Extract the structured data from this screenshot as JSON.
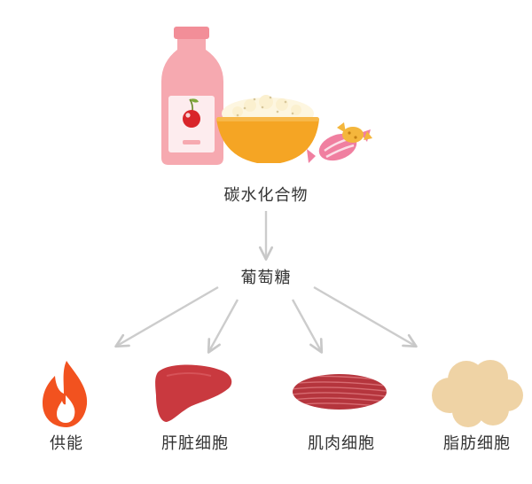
{
  "diagram": {
    "source": {
      "label": "碳水化合物"
    },
    "intermediate": {
      "label": "葡萄糖"
    },
    "outputs": [
      {
        "label": "供能",
        "icon": "fire-icon"
      },
      {
        "label": "肝脏细胞",
        "icon": "liver-icon"
      },
      {
        "label": "肌肉细胞",
        "icon": "muscle-icon"
      },
      {
        "label": "脂肪细胞",
        "icon": "fat-cell-icon"
      }
    ],
    "colors": {
      "bottle": "#f4a7ae",
      "bowl": "#f5a623",
      "rice": "#fbf3d9",
      "candy": "#f07fa0",
      "fire": "#f2521f",
      "liver": "#c9393f",
      "muscle": "#b5353d",
      "fat": "#efd3a5",
      "arrow": "#cccccc",
      "text": "#333333"
    }
  }
}
